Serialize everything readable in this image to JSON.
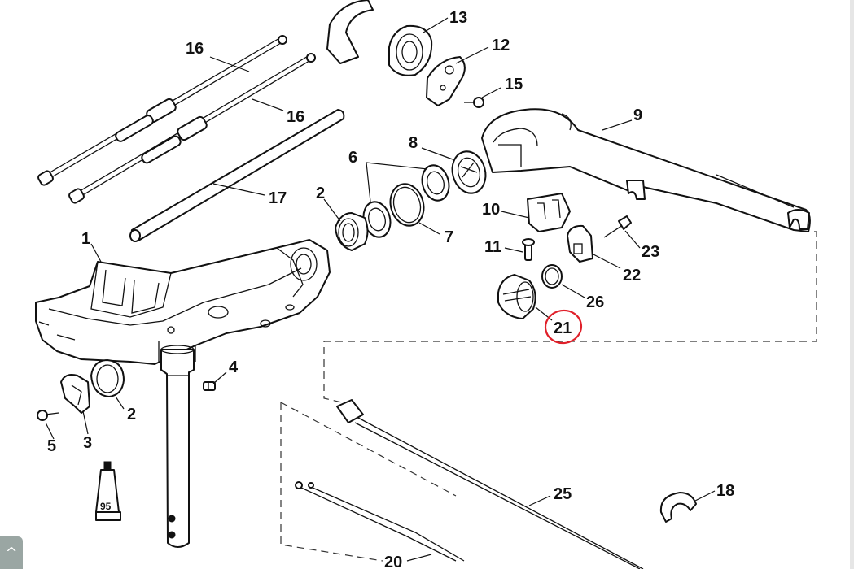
{
  "diagram": {
    "callouts": {
      "c1": "1",
      "c2a": "2",
      "c2b": "2",
      "c3": "3",
      "c4": "4",
      "c5": "5",
      "c6": "6",
      "c7": "7",
      "c8": "8",
      "c9": "9",
      "c10": "10",
      "c11": "11",
      "c12": "12",
      "c13": "13",
      "c15": "15",
      "c16a": "16",
      "c16b": "16",
      "c17": "17",
      "c18": "18",
      "c20": "20",
      "c21": "21",
      "c22": "22",
      "c23": "23",
      "c25": "25",
      "c26": "26"
    },
    "tube_label": "95",
    "highlight": {
      "callout": "21",
      "color": "#e0202a"
    }
  },
  "ui": {
    "corner_icon": "chevron-up-icon"
  }
}
